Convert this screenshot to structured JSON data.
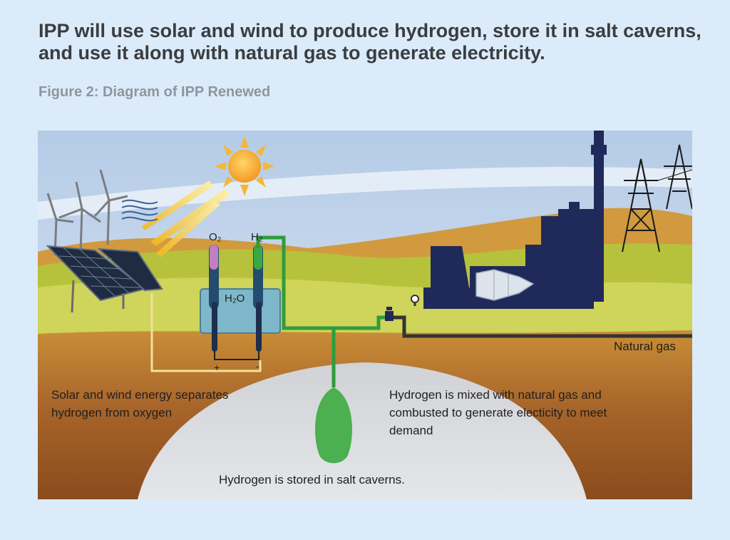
{
  "headline": "IPP will use solar and wind to produce hydrogen, store it in salt caverns, and use it along with natural gas to generate electricity.",
  "figure_caption": "Figure 2: Diagram of IPP Renewed",
  "diagram": {
    "labels": {
      "o2": "O₂",
      "h2": "H₂",
      "h2o": "H₂O",
      "positive": "+",
      "negative": "-",
      "solar_wind": "Solar and wind energy separates hydrogen from oxygen",
      "mixing": "Hydrogen is mixed with natural gas and combusted to generate electicity to meet demand",
      "storage": "Hydrogen is stored in salt caverns.",
      "natural_gas": "Natural gas"
    },
    "icons": [
      "sun-icon",
      "wind-turbine-icon",
      "solar-panel-icon",
      "electrolyzer-icon",
      "power-plant-icon",
      "gas-turbine-icon",
      "transmission-tower-icon",
      "salt-cavern-icon",
      "valve-icon"
    ],
    "colors": {
      "sky": "#c7d8ee",
      "hydrogen": "#3aa843",
      "plant": "#1f2a5a",
      "soil": "#9c5d22",
      "cavern": "#d6d8dc"
    }
  }
}
